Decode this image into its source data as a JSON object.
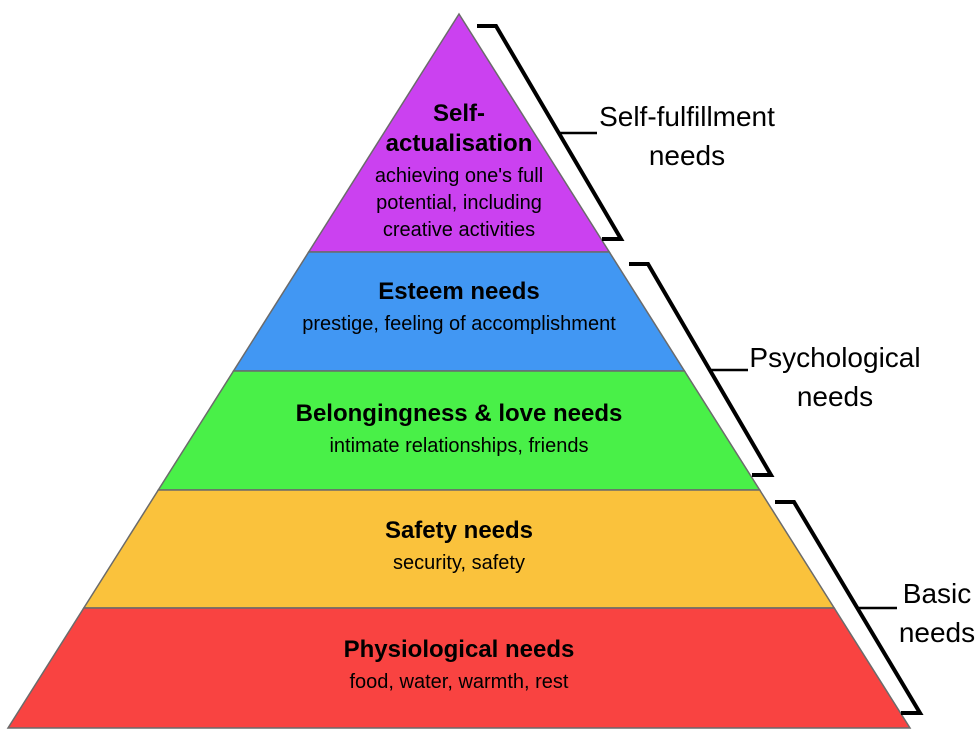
{
  "levels": [
    {
      "id": "self-actualisation",
      "color": "#cb41f0",
      "heading_lines": [
        "Self-",
        "actualisation"
      ],
      "sub_lines": [
        "achieving one's full",
        "potential, including",
        "creative activities"
      ]
    },
    {
      "id": "esteem",
      "color": "#4197f3",
      "heading_lines": [
        "Esteem needs"
      ],
      "sub_lines": [
        "prestige, feeling of accomplishment"
      ]
    },
    {
      "id": "belongingness-love",
      "color": "#49f048",
      "heading_lines": [
        "Belongingness & love needs"
      ],
      "sub_lines": [
        "intimate relationships, friends"
      ]
    },
    {
      "id": "safety",
      "color": "#fac23c",
      "heading_lines": [
        "Safety needs"
      ],
      "sub_lines": [
        "security, safety"
      ]
    },
    {
      "id": "physiological",
      "color": "#f94341",
      "heading_lines": [
        "Physiological needs"
      ],
      "sub_lines": [
        "food, water, warmth, rest"
      ]
    }
  ],
  "groups": [
    {
      "id": "self-fulfillment",
      "label_lines": [
        "Self-fulfillment",
        "needs"
      ]
    },
    {
      "id": "psychological",
      "label_lines": [
        "Psychological",
        "needs"
      ]
    },
    {
      "id": "basic",
      "label_lines": [
        "Basic",
        "needs"
      ]
    }
  ],
  "line_color": "#000000"
}
